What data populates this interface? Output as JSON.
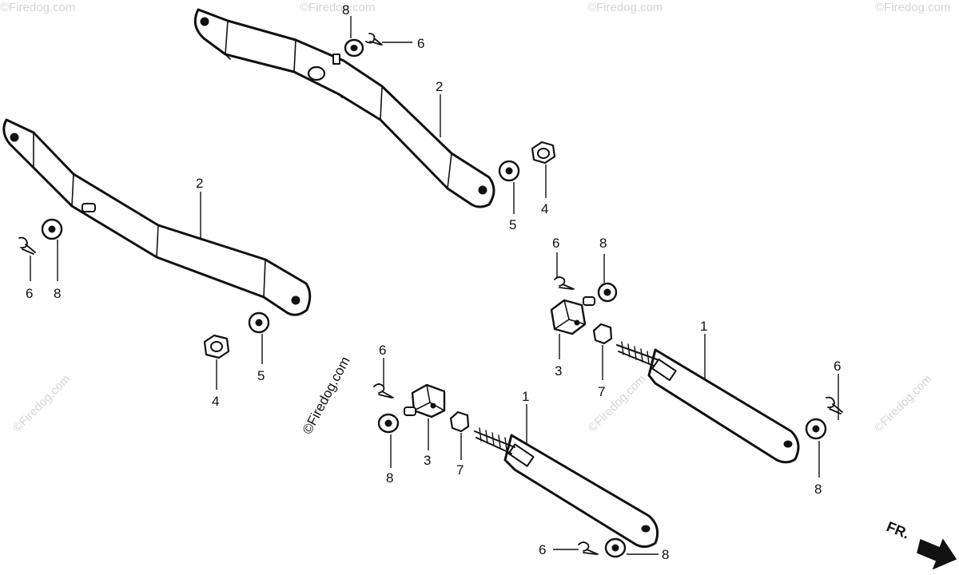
{
  "watermark": "©Firedog.com",
  "direction_label": "FR.",
  "callouts": {
    "c1a": "1",
    "c1b": "1",
    "c2a": "2",
    "c2b": "2",
    "c3a": "3",
    "c3b": "3",
    "c4a": "4",
    "c4b": "4",
    "c5a": "5",
    "c5b": "5",
    "c6a": "6",
    "c6b": "6",
    "c6c": "6",
    "c6d": "6",
    "c6e": "6",
    "c6f": "6",
    "c7a": "7",
    "c7b": "7",
    "c8a": "8",
    "c8b": "8",
    "c8c": "8",
    "c8d": "8",
    "c8e": "8",
    "c8f": "8"
  },
  "colors": {
    "ink": "#111111",
    "paper": "#ffffff",
    "watermark": "#d6d6d6"
  }
}
